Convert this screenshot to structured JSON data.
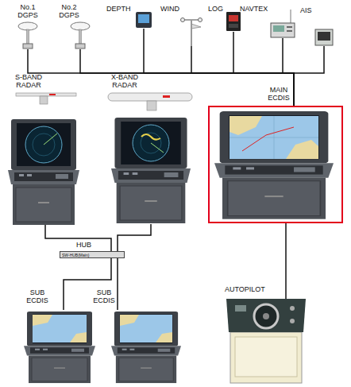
{
  "diagram": {
    "nodes": [
      {
        "text": [
          "No.1 DGPS"
        ]
      },
      {
        "text": [
          "No.2 DGPS"
        ]
      },
      {
        "text": [
          "DEPTH"
        ]
      },
      {
        "text": [
          "WIND"
        ]
      },
      {
        "text": [
          "LOG"
        ]
      },
      {
        "text": [
          "NAVTEX"
        ]
      },
      {
        "text": [
          "AIS"
        ]
      },
      {
        "text": [
          "S-BAND RADAR"
        ]
      },
      {
        "text": [
          "X-BAND RADAR"
        ]
      },
      {
        "text": [
          "MAIN ECDIS"
        ]
      },
      {
        "text": [
          "HUB",
          "SW-HUB(Main)"
        ]
      },
      {
        "text": [
          "SUB ECDIS"
        ]
      },
      {
        "text": [
          "SUB ECDIS"
        ]
      },
      {
        "text": [
          "AUTOPILOT"
        ]
      }
    ],
    "edges": [
      {
        "from": 0,
        "to": 9,
        "arrow": "none"
      },
      {
        "from": 1,
        "to": 9,
        "arrow": "none"
      },
      {
        "from": 2,
        "to": 9,
        "arrow": "none"
      },
      {
        "from": 3,
        "to": 9,
        "arrow": "none"
      },
      {
        "from": 4,
        "to": 9,
        "arrow": "none"
      },
      {
        "from": 5,
        "to": 9,
        "arrow": "none"
      },
      {
        "from": 6,
        "to": 9,
        "arrow": "none"
      },
      {
        "from": 7,
        "to": 10,
        "arrow": "none"
      },
      {
        "from": 8,
        "to": 10,
        "arrow": "none"
      },
      {
        "from": 10,
        "to": 11,
        "arrow": "none"
      },
      {
        "from": 10,
        "to": 12,
        "arrow": "none"
      },
      {
        "from": 9,
        "to": 13,
        "arrow": "none"
      }
    ]
  }
}
